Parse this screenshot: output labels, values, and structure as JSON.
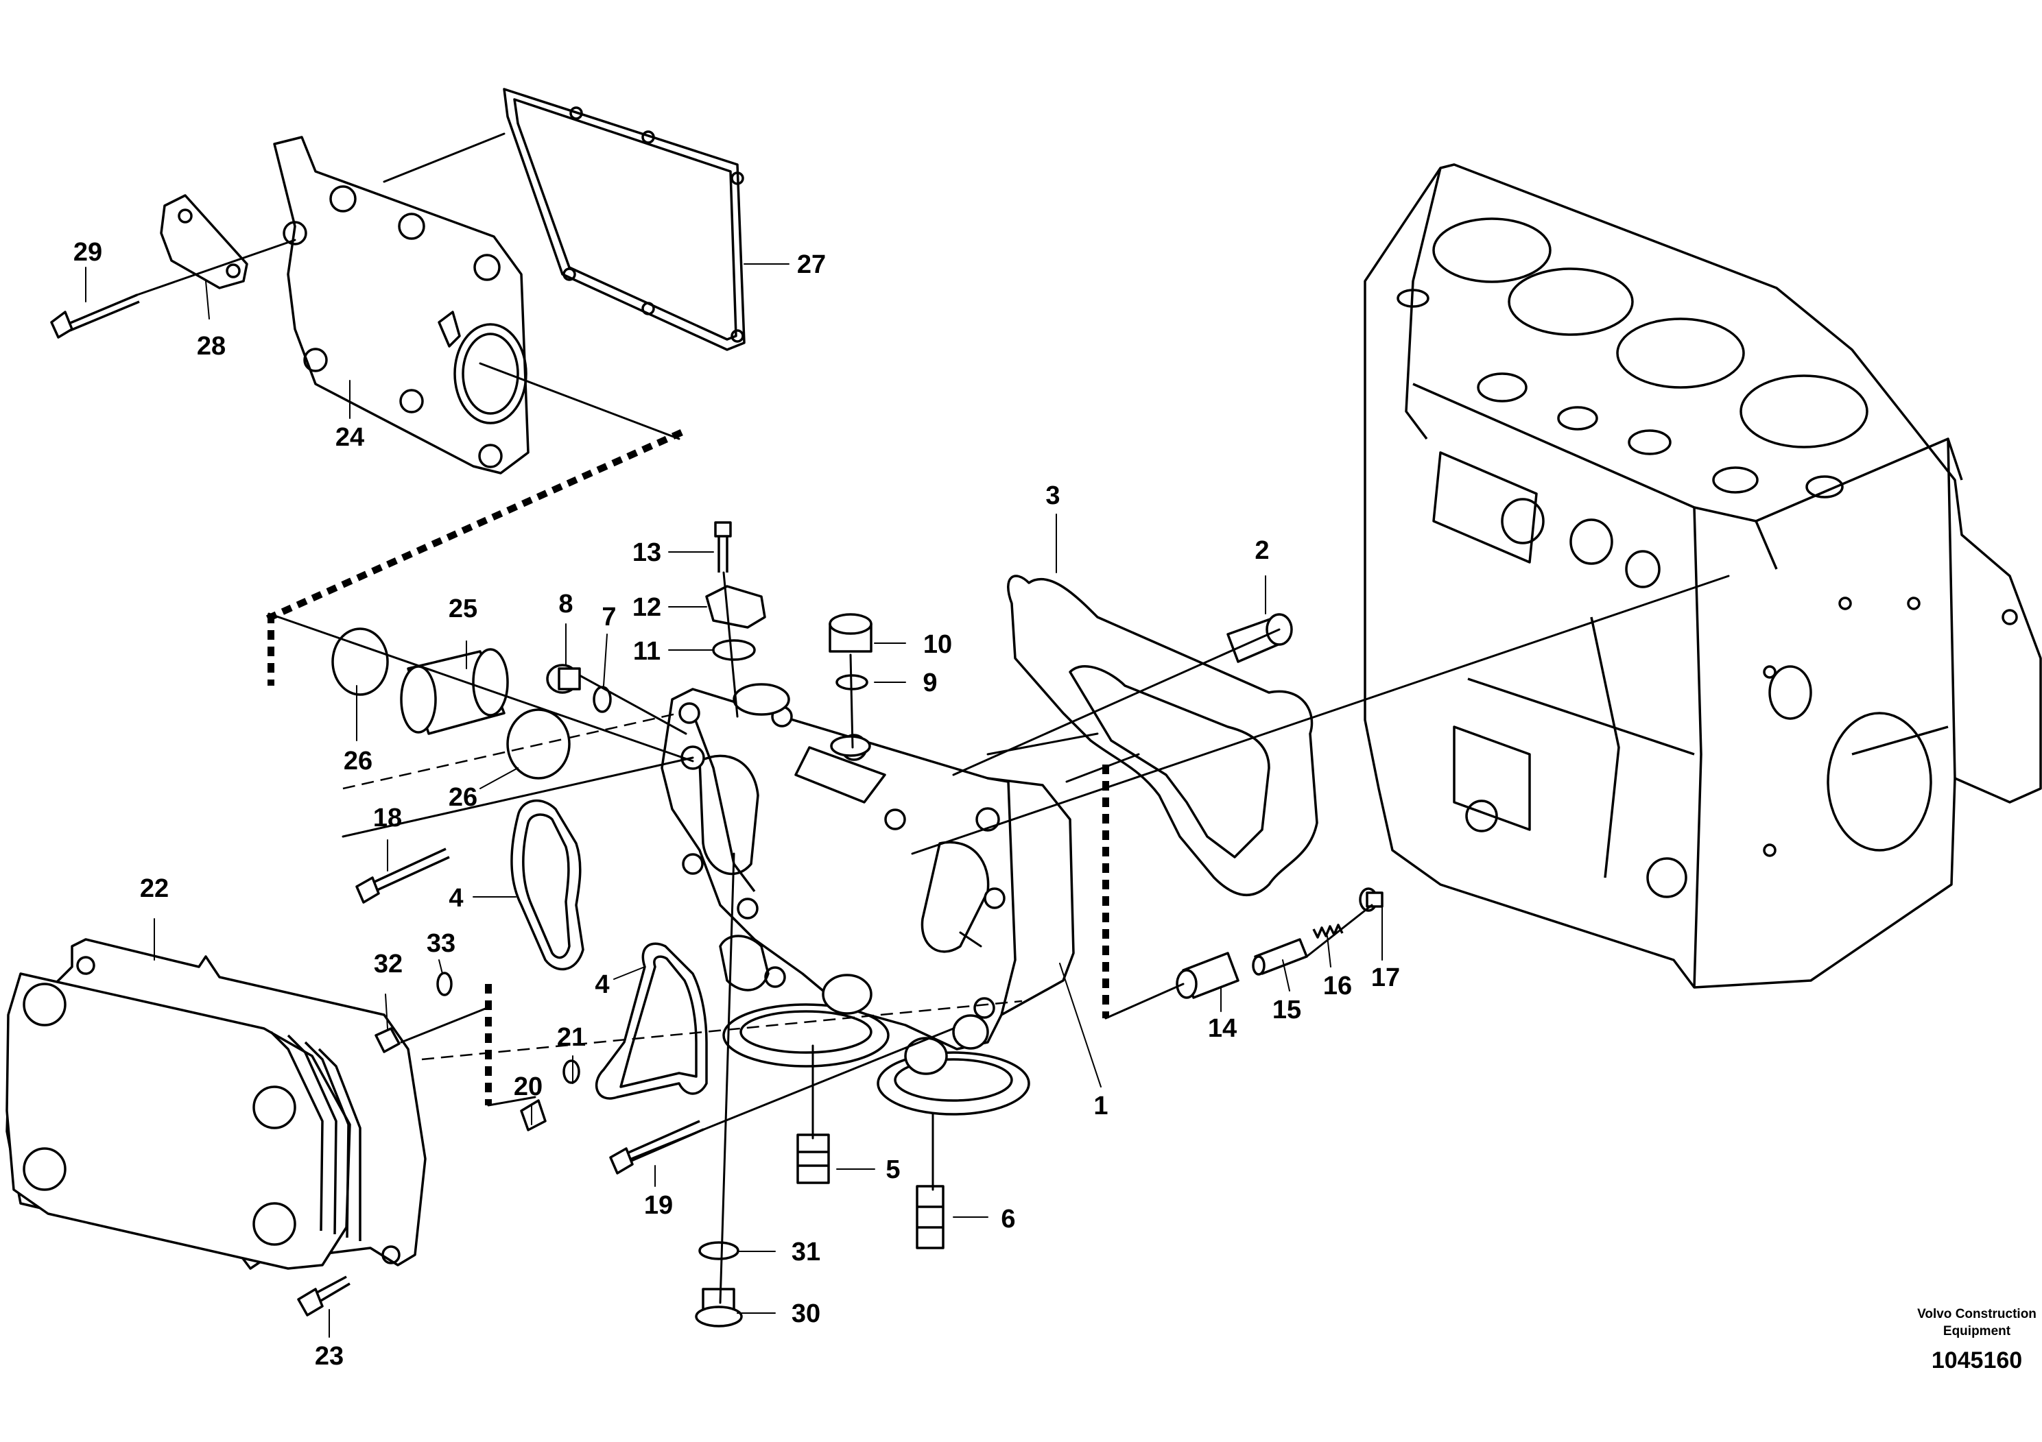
{
  "brand": {
    "line1": "Volvo Construction",
    "line2": "Equipment"
  },
  "drawing_number": "1045160",
  "callouts": {
    "c1": "1",
    "c2": "2",
    "c3": "3",
    "c4a": "4",
    "c4b": "4",
    "c5": "5",
    "c6": "6",
    "c8": "8",
    "c7": "7",
    "c9": "9",
    "c10": "10",
    "c11": "11",
    "c12": "12",
    "c13": "13",
    "c14": "14",
    "c15": "15",
    "c16": "16",
    "c17": "17",
    "c18": "18",
    "c19": "19",
    "c20": "20",
    "c21": "21",
    "c22": "22",
    "c23": "23",
    "c24": "24",
    "c25": "25",
    "c26a": "26",
    "c26b": "26",
    "c27": "27",
    "c28": "28",
    "c29": "29",
    "c30": "30",
    "c31": "31",
    "c32": "32",
    "c33": "33"
  }
}
